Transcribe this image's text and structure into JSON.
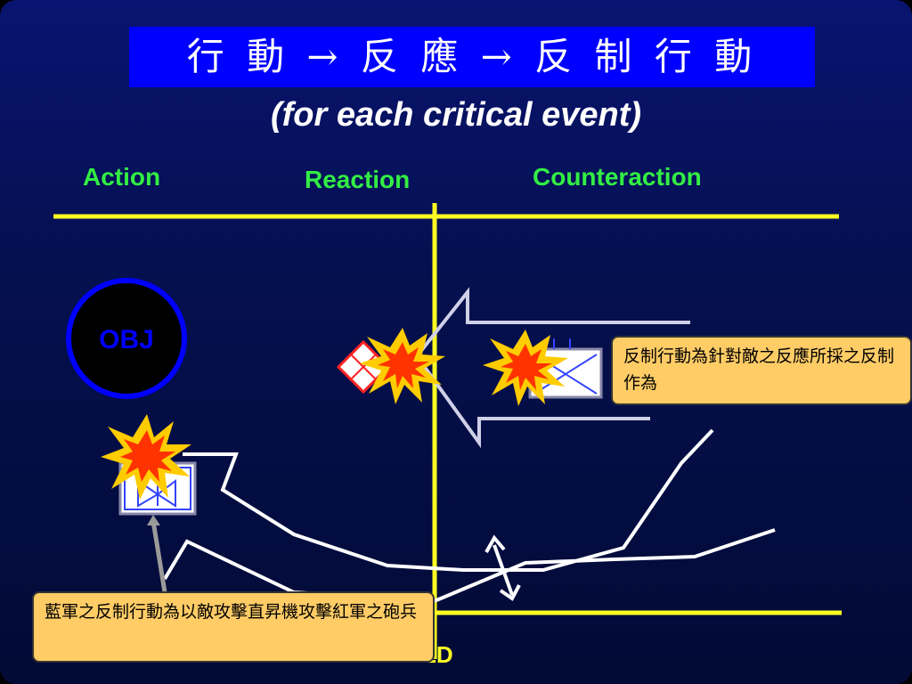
{
  "title": "行 動 → 反 應 → 反 制 行 動",
  "subtitle": "(for each critical event)",
  "columns": {
    "action": "Action",
    "reaction": "Reaction",
    "counteraction": "Counteraction"
  },
  "objective_label": "OBJ",
  "line_label": "LD",
  "callouts": {
    "right": "反制行動為針對敵之反應所採之反制作為",
    "left": "藍軍之反制行動為以敵攻擊直昇機攻擊紅軍之砲兵"
  },
  "colors": {
    "title_bg": "#0000ff",
    "column_text": "#33ee44",
    "lines": "#ffff22",
    "callout_bg": "#ffcc66",
    "objective": "#0000ff",
    "explosion_outer": "#ffcc00",
    "explosion_inner": "#ff3300"
  },
  "icons": [
    "explosion-icon",
    "unit-symbol-icon",
    "objective-circle-icon",
    "arrow-icon"
  ]
}
